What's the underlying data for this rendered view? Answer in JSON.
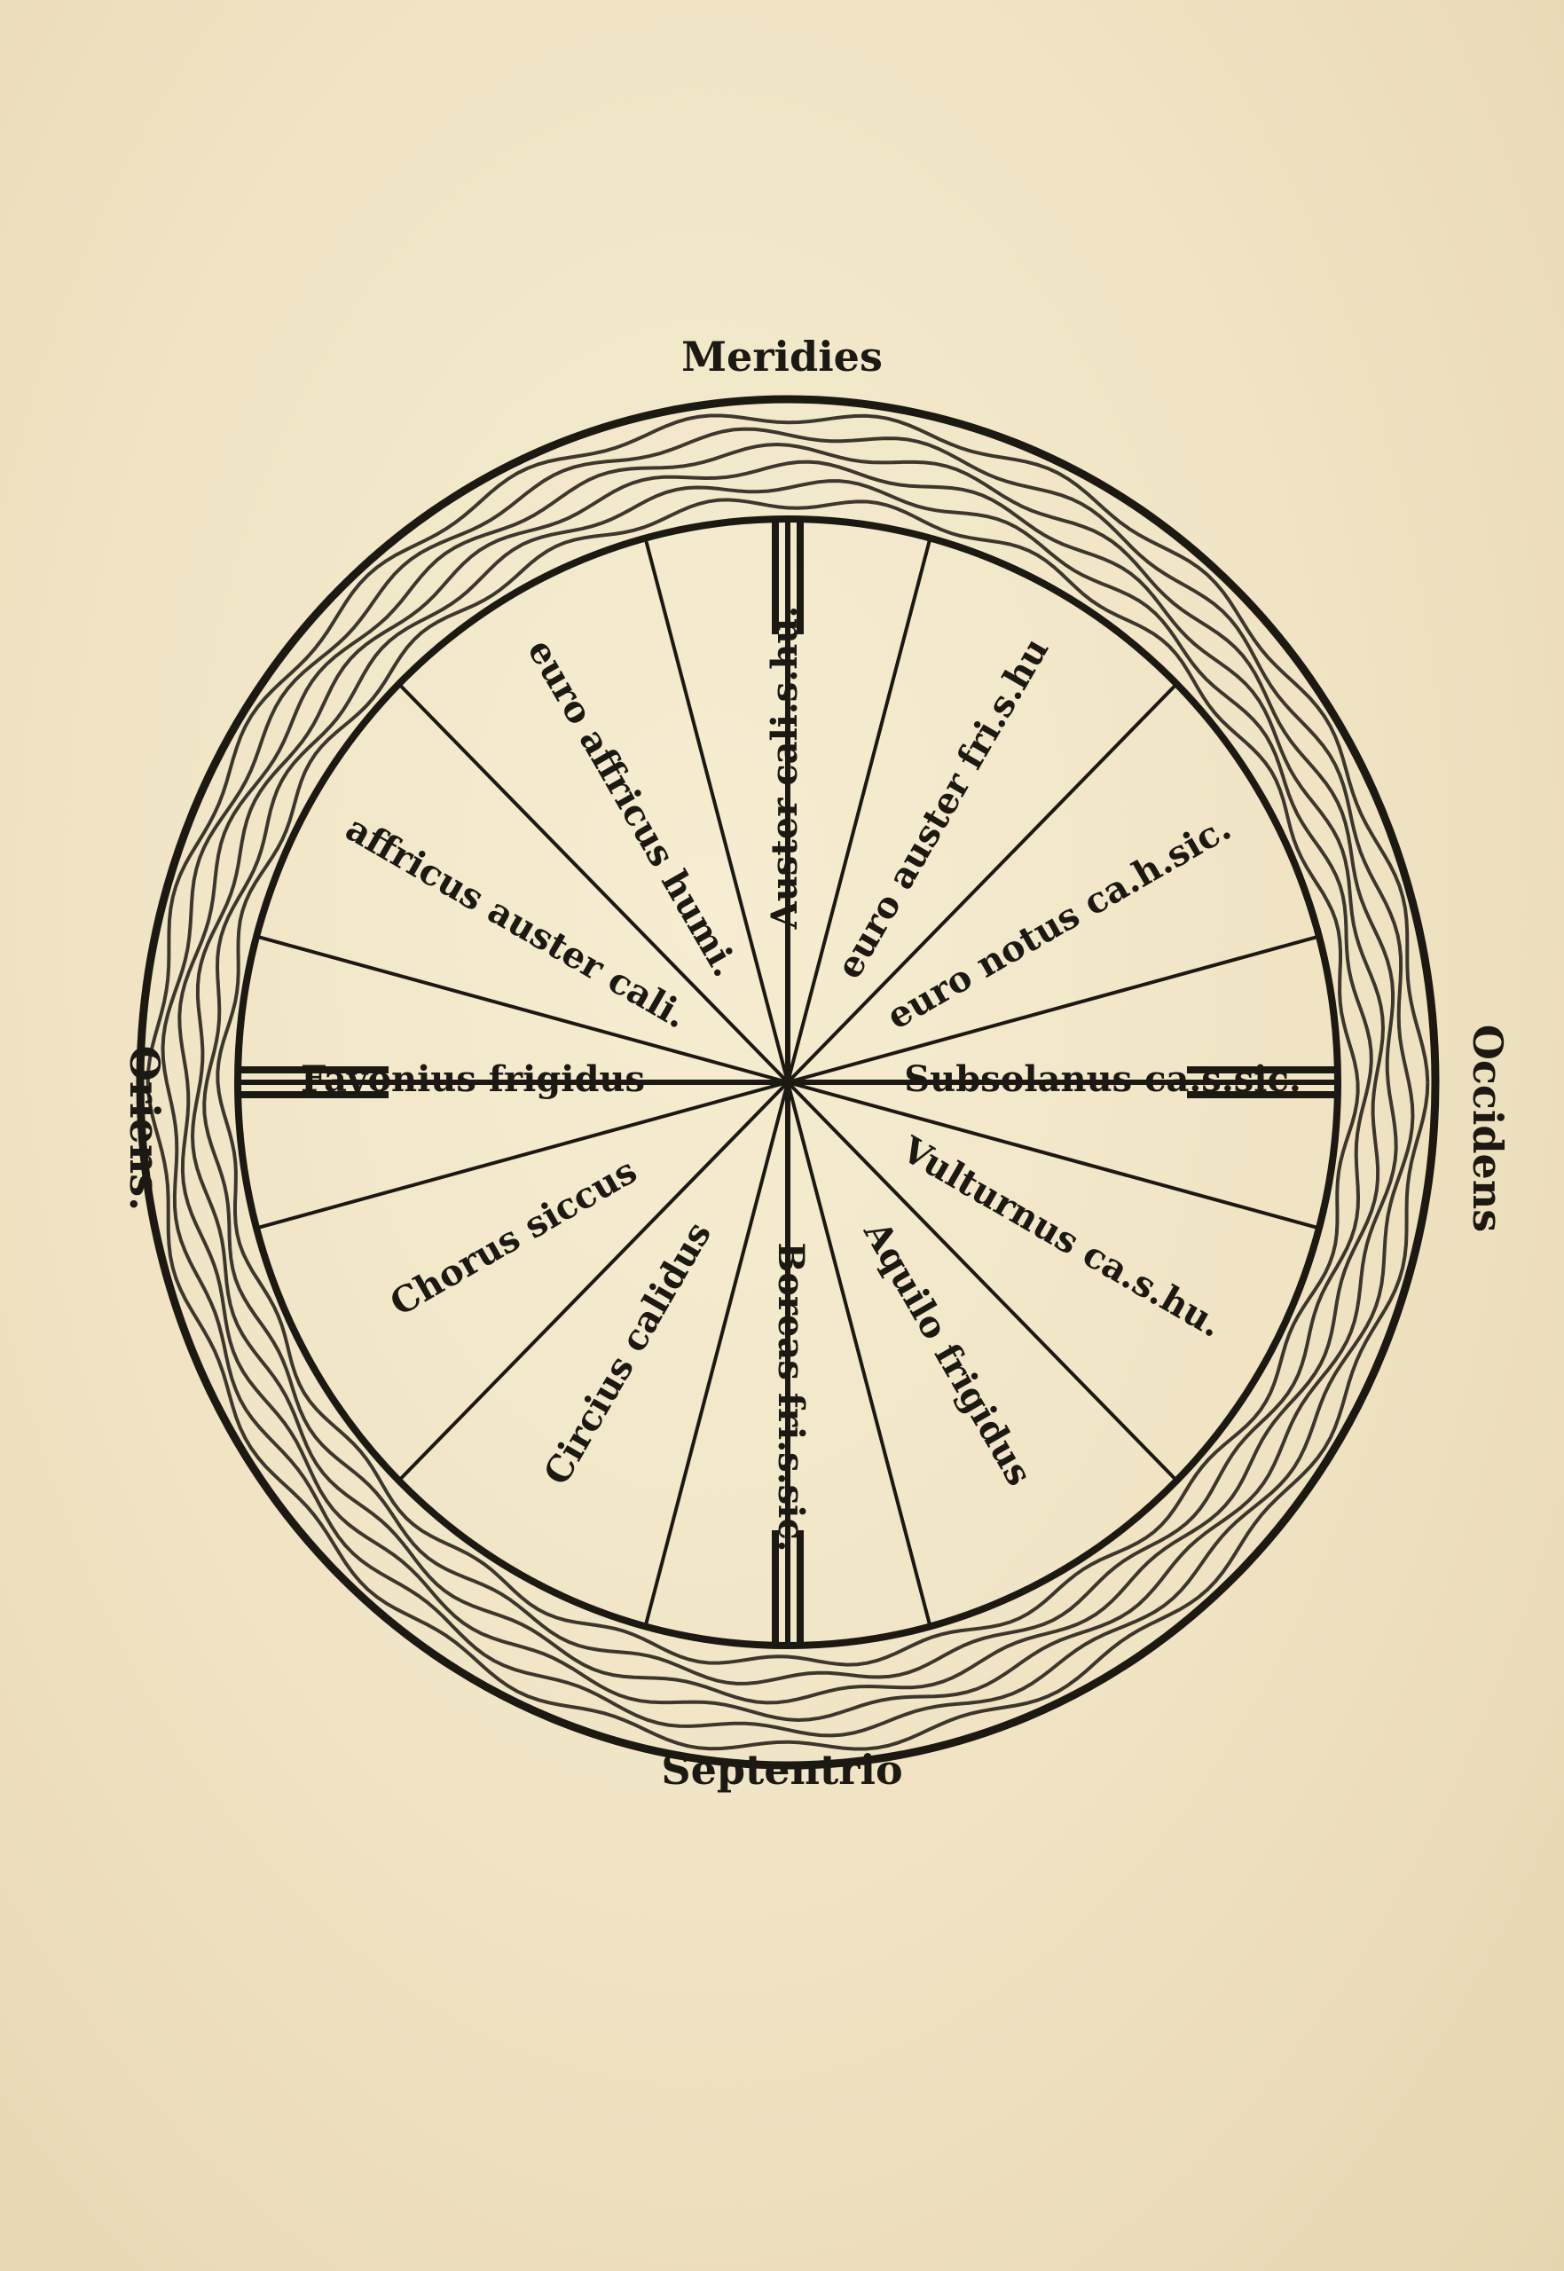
{
  "diagram": {
    "cardinals": {
      "top": "Meridies",
      "bottom": "Septentrio",
      "left": "Oriens.",
      "right": "Occidens"
    },
    "winds": [
      "euro auster fri.s.hu",
      "euro notus ca.h.sic.",
      "Subsolanus ca.s.sic.",
      "Vulturnus ca.s.hu.",
      "Aquilo frigidus",
      "Boreas fri.s.sic.",
      "Circius calidus",
      "Chorus siccus",
      "Favonius frigidus",
      "affricus auster cali.",
      "euro affricus humi.",
      "Auster cali.s.hu."
    ]
  }
}
